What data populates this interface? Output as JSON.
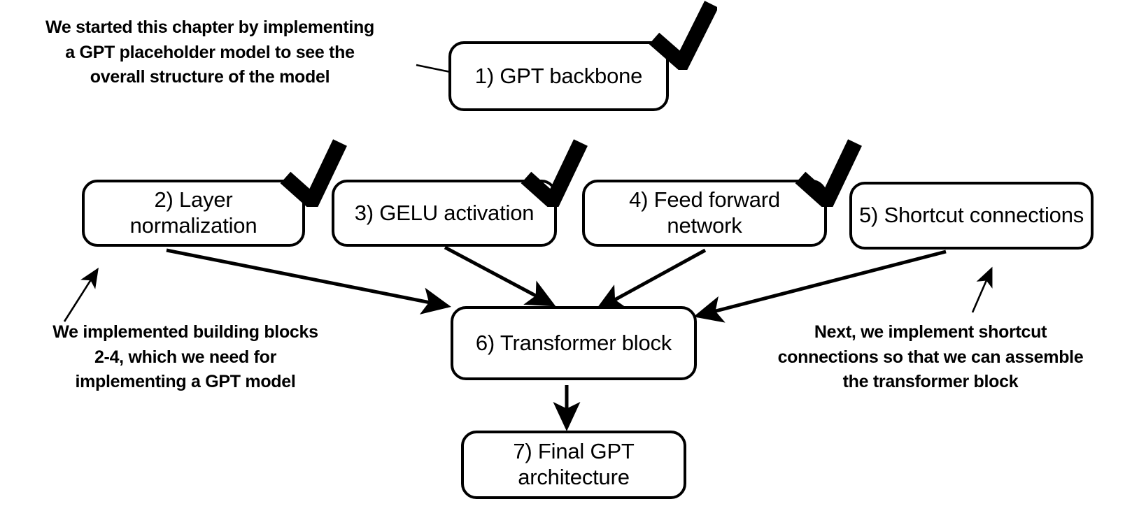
{
  "diagram": {
    "title": "GPT architecture chapter progress flowchart",
    "background_color": "#ffffff",
    "stroke_color": "#000000",
    "nodes": [
      {
        "id": "gpt-backbone",
        "label": "1) GPT\nbackbone",
        "checked": true
      },
      {
        "id": "layer-normalization",
        "label": "2) Layer\nnormalization",
        "checked": true
      },
      {
        "id": "gelu-activation",
        "label": "3) GELU\nactivation",
        "checked": true
      },
      {
        "id": "feed-forward-network",
        "label": "4) Feed forward\nnetwork",
        "checked": true
      },
      {
        "id": "shortcut-connections",
        "label": "5) Shortcut\nconnections",
        "checked": false
      },
      {
        "id": "transformer-block",
        "label": "6) Transformer\nblock",
        "checked": false
      },
      {
        "id": "final-gpt-architecture",
        "label": "7) Final GPT\narchitecture",
        "checked": false
      }
    ],
    "annotations": [
      {
        "id": "chapter-intro-note",
        "text": "We started this chapter by implementing\na GPT placeholder model to see the\noverall structure of the model"
      },
      {
        "id": "building-blocks-note",
        "text": "We implemented building blocks\n2-4, which we need for\nimplementing a GPT model"
      },
      {
        "id": "shortcut-note",
        "text": "Next, we implement shortcut\nconnections so that we can assemble\nthe transformer block"
      }
    ],
    "edges": [
      {
        "from": "chapter-intro-note",
        "to": "gpt-backbone",
        "style": "thin"
      },
      {
        "from": "building-blocks-note",
        "to": "layer-normalization",
        "style": "thin"
      },
      {
        "from": "shortcut-note",
        "to": "shortcut-connections",
        "style": "thin"
      },
      {
        "from": "layer-normalization",
        "to": "transformer-block",
        "style": "thick"
      },
      {
        "from": "gelu-activation",
        "to": "transformer-block",
        "style": "thick"
      },
      {
        "from": "feed-forward-network",
        "to": "transformer-block",
        "style": "thick"
      },
      {
        "from": "shortcut-connections",
        "to": "transformer-block",
        "style": "thick"
      },
      {
        "from": "transformer-block",
        "to": "final-gpt-architecture",
        "style": "thick"
      }
    ]
  }
}
